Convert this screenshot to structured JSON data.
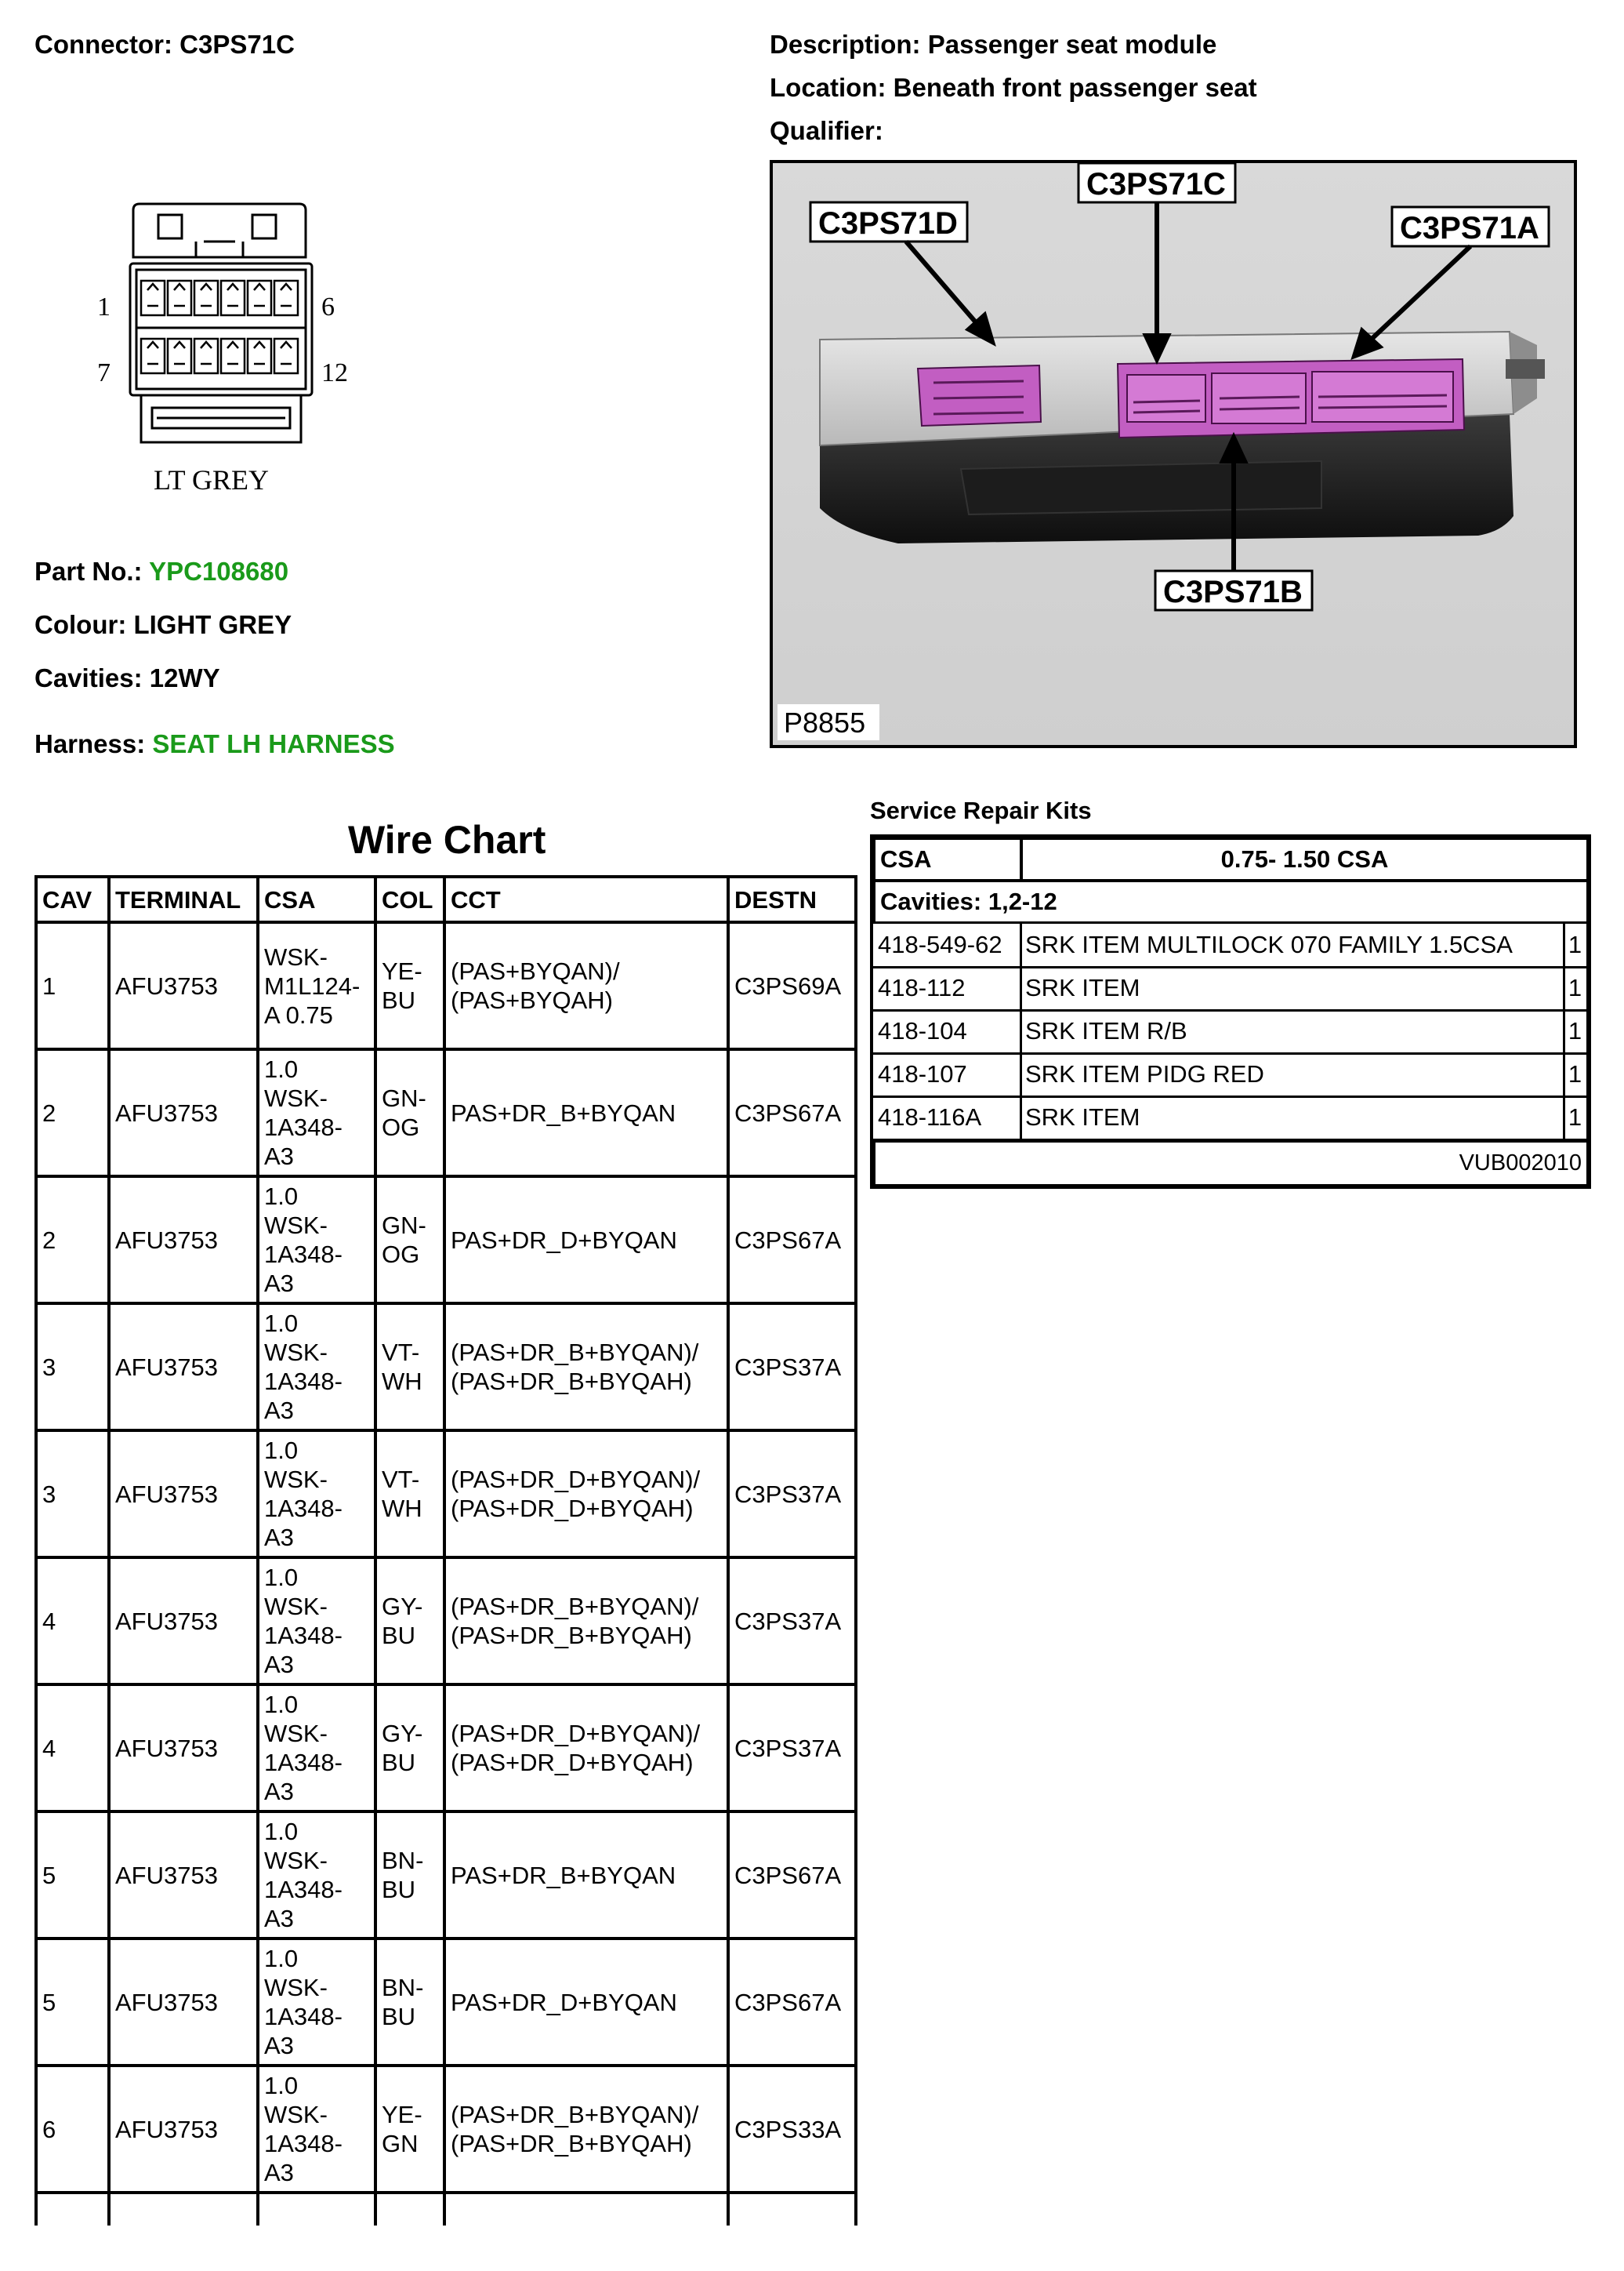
{
  "connector": {
    "label": "Connector:",
    "value": "C3PS71C"
  },
  "description": {
    "label": "Description:",
    "value": "Passenger seat module"
  },
  "location": {
    "label": "Location:",
    "value": "Beneath front passenger seat"
  },
  "qualifier": {
    "label": "Qualifier:",
    "value": ""
  },
  "connector_face": {
    "pin_1": "1",
    "pin_6": "6",
    "pin_7": "7",
    "pin_12": "12",
    "colour_caption": "LT GREY"
  },
  "part_no": {
    "label": "Part No.:",
    "value": "YPC108680"
  },
  "colour": {
    "label": "Colour:",
    "value": "LIGHT GREY"
  },
  "cavities": {
    "label": "Cavities:",
    "value": "12WY"
  },
  "harness": {
    "label": "Harness:",
    "value": "SEAT LH HARNESS"
  },
  "image": {
    "callouts": [
      "C3PS71D",
      "C3PS71C",
      "C3PS71A",
      "C3PS71B"
    ],
    "ref": "P8855"
  },
  "wire_chart": {
    "title": "Wire Chart",
    "headers": [
      "CAV",
      "TERMINAL",
      "CSA",
      "COL",
      "CCT",
      "DESTN"
    ],
    "rows": [
      {
        "cav": "1",
        "terminal": "AFU3753",
        "csa": "WSK-\nM1L124-\nA 0.75",
        "col": "YE-\nBU",
        "cct": "(PAS+BYQAN)/\n(PAS+BYQAH)",
        "destn": "C3PS69A"
      },
      {
        "cav": "2",
        "terminal": "AFU3753",
        "csa": "1.0\nWSK-\n1A348-\nA3",
        "col": "GN-\nOG",
        "cct": "PAS+DR_B+BYQAN",
        "destn": "C3PS67A"
      },
      {
        "cav": "2",
        "terminal": "AFU3753",
        "csa": "1.0\nWSK-\n1A348-\nA3",
        "col": "GN-\nOG",
        "cct": "PAS+DR_D+BYQAN",
        "destn": "C3PS67A"
      },
      {
        "cav": "3",
        "terminal": "AFU3753",
        "csa": "1.0\nWSK-\n1A348-\nA3",
        "col": "VT-\nWH",
        "cct": "(PAS+DR_B+BYQAN)/\n(PAS+DR_B+BYQAH)",
        "destn": "C3PS37A"
      },
      {
        "cav": "3",
        "terminal": "AFU3753",
        "csa": "1.0\nWSK-\n1A348-\nA3",
        "col": "VT-\nWH",
        "cct": "(PAS+DR_D+BYQAN)/\n(PAS+DR_D+BYQAH)",
        "destn": "C3PS37A"
      },
      {
        "cav": "4",
        "terminal": "AFU3753",
        "csa": "1.0\nWSK-\n1A348-\nA3",
        "col": "GY-\nBU",
        "cct": "(PAS+DR_B+BYQAN)/\n(PAS+DR_B+BYQAH)",
        "destn": "C3PS37A"
      },
      {
        "cav": "4",
        "terminal": "AFU3753",
        "csa": "1.0\nWSK-\n1A348-\nA3",
        "col": "GY-\nBU",
        "cct": "(PAS+DR_D+BYQAN)/\n(PAS+DR_D+BYQAH)",
        "destn": "C3PS37A"
      },
      {
        "cav": "5",
        "terminal": "AFU3753",
        "csa": "1.0\nWSK-\n1A348-\nA3",
        "col": "BN-\nBU",
        "cct": "PAS+DR_B+BYQAN",
        "destn": "C3PS67A"
      },
      {
        "cav": "5",
        "terminal": "AFU3753",
        "csa": "1.0\nWSK-\n1A348-\nA3",
        "col": "BN-\nBU",
        "cct": "PAS+DR_D+BYQAN",
        "destn": "C3PS67A"
      },
      {
        "cav": "6",
        "terminal": "AFU3753",
        "csa": "1.0\nWSK-\n1A348-\nA3",
        "col": "YE-\nGN",
        "cct": "(PAS+DR_B+BYQAN)/\n(PAS+DR_B+BYQAH)",
        "destn": "C3PS33A"
      }
    ]
  },
  "service_repair_kits": {
    "title": "Service Repair Kits",
    "csa_label": "CSA",
    "csa_range": "0.75- 1.50 CSA",
    "cavities": "Cavities: 1,2-12",
    "kits": [
      {
        "part": "418-549-62",
        "desc": "SRK ITEM MULTILOCK 070 FAMILY 1.5CSA",
        "qty": "1"
      },
      {
        "part": "418-112",
        "desc": "SRK ITEM",
        "qty": "1"
      },
      {
        "part": "418-104",
        "desc": "SRK ITEM R/B",
        "qty": "1"
      },
      {
        "part": "418-107",
        "desc": "SRK ITEM PIDG RED",
        "qty": "1"
      },
      {
        "part": "418-116A",
        "desc": "SRK ITEM",
        "qty": "1"
      }
    ],
    "footer_ref": "VUB002010"
  },
  "colors": {
    "green_text": "#1a9a1a",
    "connector_magenta": "#c25ec2"
  }
}
